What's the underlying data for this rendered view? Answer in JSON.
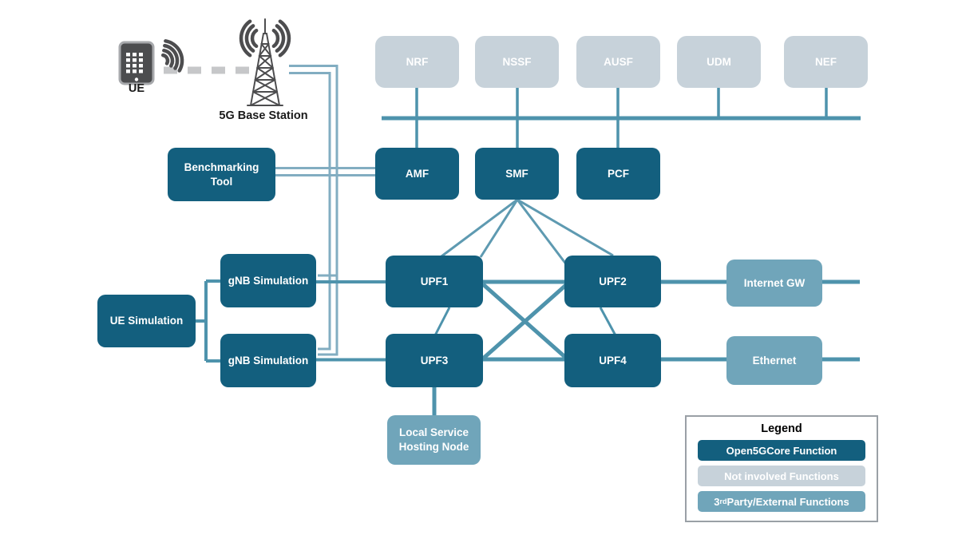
{
  "scene": {
    "ue_label": "UE",
    "base_station_label": "5G Base Station"
  },
  "nodes": {
    "nrf": "NRF",
    "nssf": "NSSF",
    "ausf": "AUSF",
    "udm": "UDM",
    "nef": "NEF",
    "amf": "AMF",
    "smf": "SMF",
    "pcf": "PCF",
    "benchmarking_tool": "Benchmarking Tool",
    "ue_simulation": "UE Simulation",
    "gnb_simulation_1": "gNB Simulation",
    "gnb_simulation_2": "gNB Simulation",
    "upf1": "UPF1",
    "upf2": "UPF2",
    "upf3": "UPF3",
    "upf4": "UPF4",
    "internet_gw": "Internet GW",
    "ethernet": "Ethernet",
    "local_service_hosting_node": "Local Service Hosting Node"
  },
  "legend": {
    "title": "Legend",
    "items": [
      {
        "label": "Open5GCore Function",
        "type": "core"
      },
      {
        "label": "Not involved Functions",
        "type": "not-involved"
      },
      {
        "prefix": "3",
        "sup": "rd",
        "suffix": " Party/External Functions",
        "type": "external"
      }
    ]
  },
  "icons": {
    "ue": "smartphone-icon",
    "ue_signal": "signal-waves-icon",
    "base_station": "radio-tower-icon",
    "air_link": "dashed-radio-link"
  },
  "colors": {
    "core_function": "#135F7E",
    "not_involved_function": "#C7D2DA",
    "external_function": "#70A5BA",
    "connector_line": "#4E93AC",
    "double_line": "#82ADC1",
    "icon_gray": "#4D4D4F",
    "dashed_link_gray": "#C6C7C9",
    "background": "#FFFFFF"
  }
}
